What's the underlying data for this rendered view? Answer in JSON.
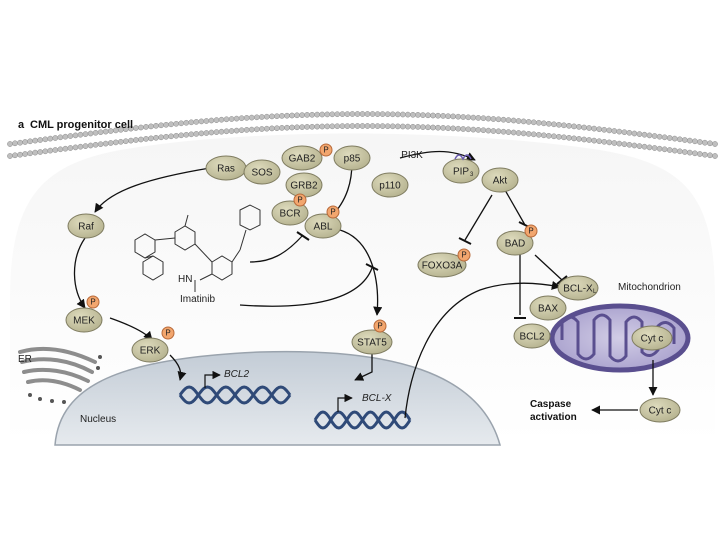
{
  "panel": {
    "letter": "a",
    "title": "CML progenitor cell"
  },
  "proteins": {
    "ras": "Ras",
    "sos": "SOS",
    "gab2": "GAB2",
    "p85": "p85",
    "pi3k": "PI3K",
    "p110": "p110",
    "grb2": "GRB2",
    "bcr": "BCR",
    "abl": "ABL",
    "pip3": "PIP",
    "pip3_sub": "3",
    "akt": "Akt",
    "raf": "Raf",
    "mek": "MEK",
    "erk": "ERK",
    "stat5": "STAT5",
    "bad": "BAD",
    "foxo3a": "FOXO3A",
    "bclxl": "BCL-X",
    "bclxl_sub": "L",
    "bax": "BAX",
    "bcl2": "BCL2",
    "cytc_mito": "Cyt c",
    "cytc_cyto": "Cyt c"
  },
  "phospho_label": "P",
  "drug": {
    "name": "Imatinib",
    "hn": "HN"
  },
  "genes": {
    "bcl2": "BCL2",
    "bclx": "BCL-X"
  },
  "compartments": {
    "er": "ER",
    "nucleus": "Nucleus",
    "mitochondrion": "Mitochondrion"
  },
  "outcome": {
    "line1": "Caspase",
    "line2": "activation"
  },
  "colors": {
    "protein_fill": "#c9c6a3",
    "protein_stroke": "#7f7c60",
    "phospho_fill": "#f2a66e",
    "phospho_stroke": "#b86a3a",
    "membrane_head": "#bfbfbf",
    "nucleus_fill": "#cfd7df",
    "mito_fill": "#b8b1d6",
    "mito_stroke": "#5a4f8f",
    "dna": "#2f4a78"
  }
}
